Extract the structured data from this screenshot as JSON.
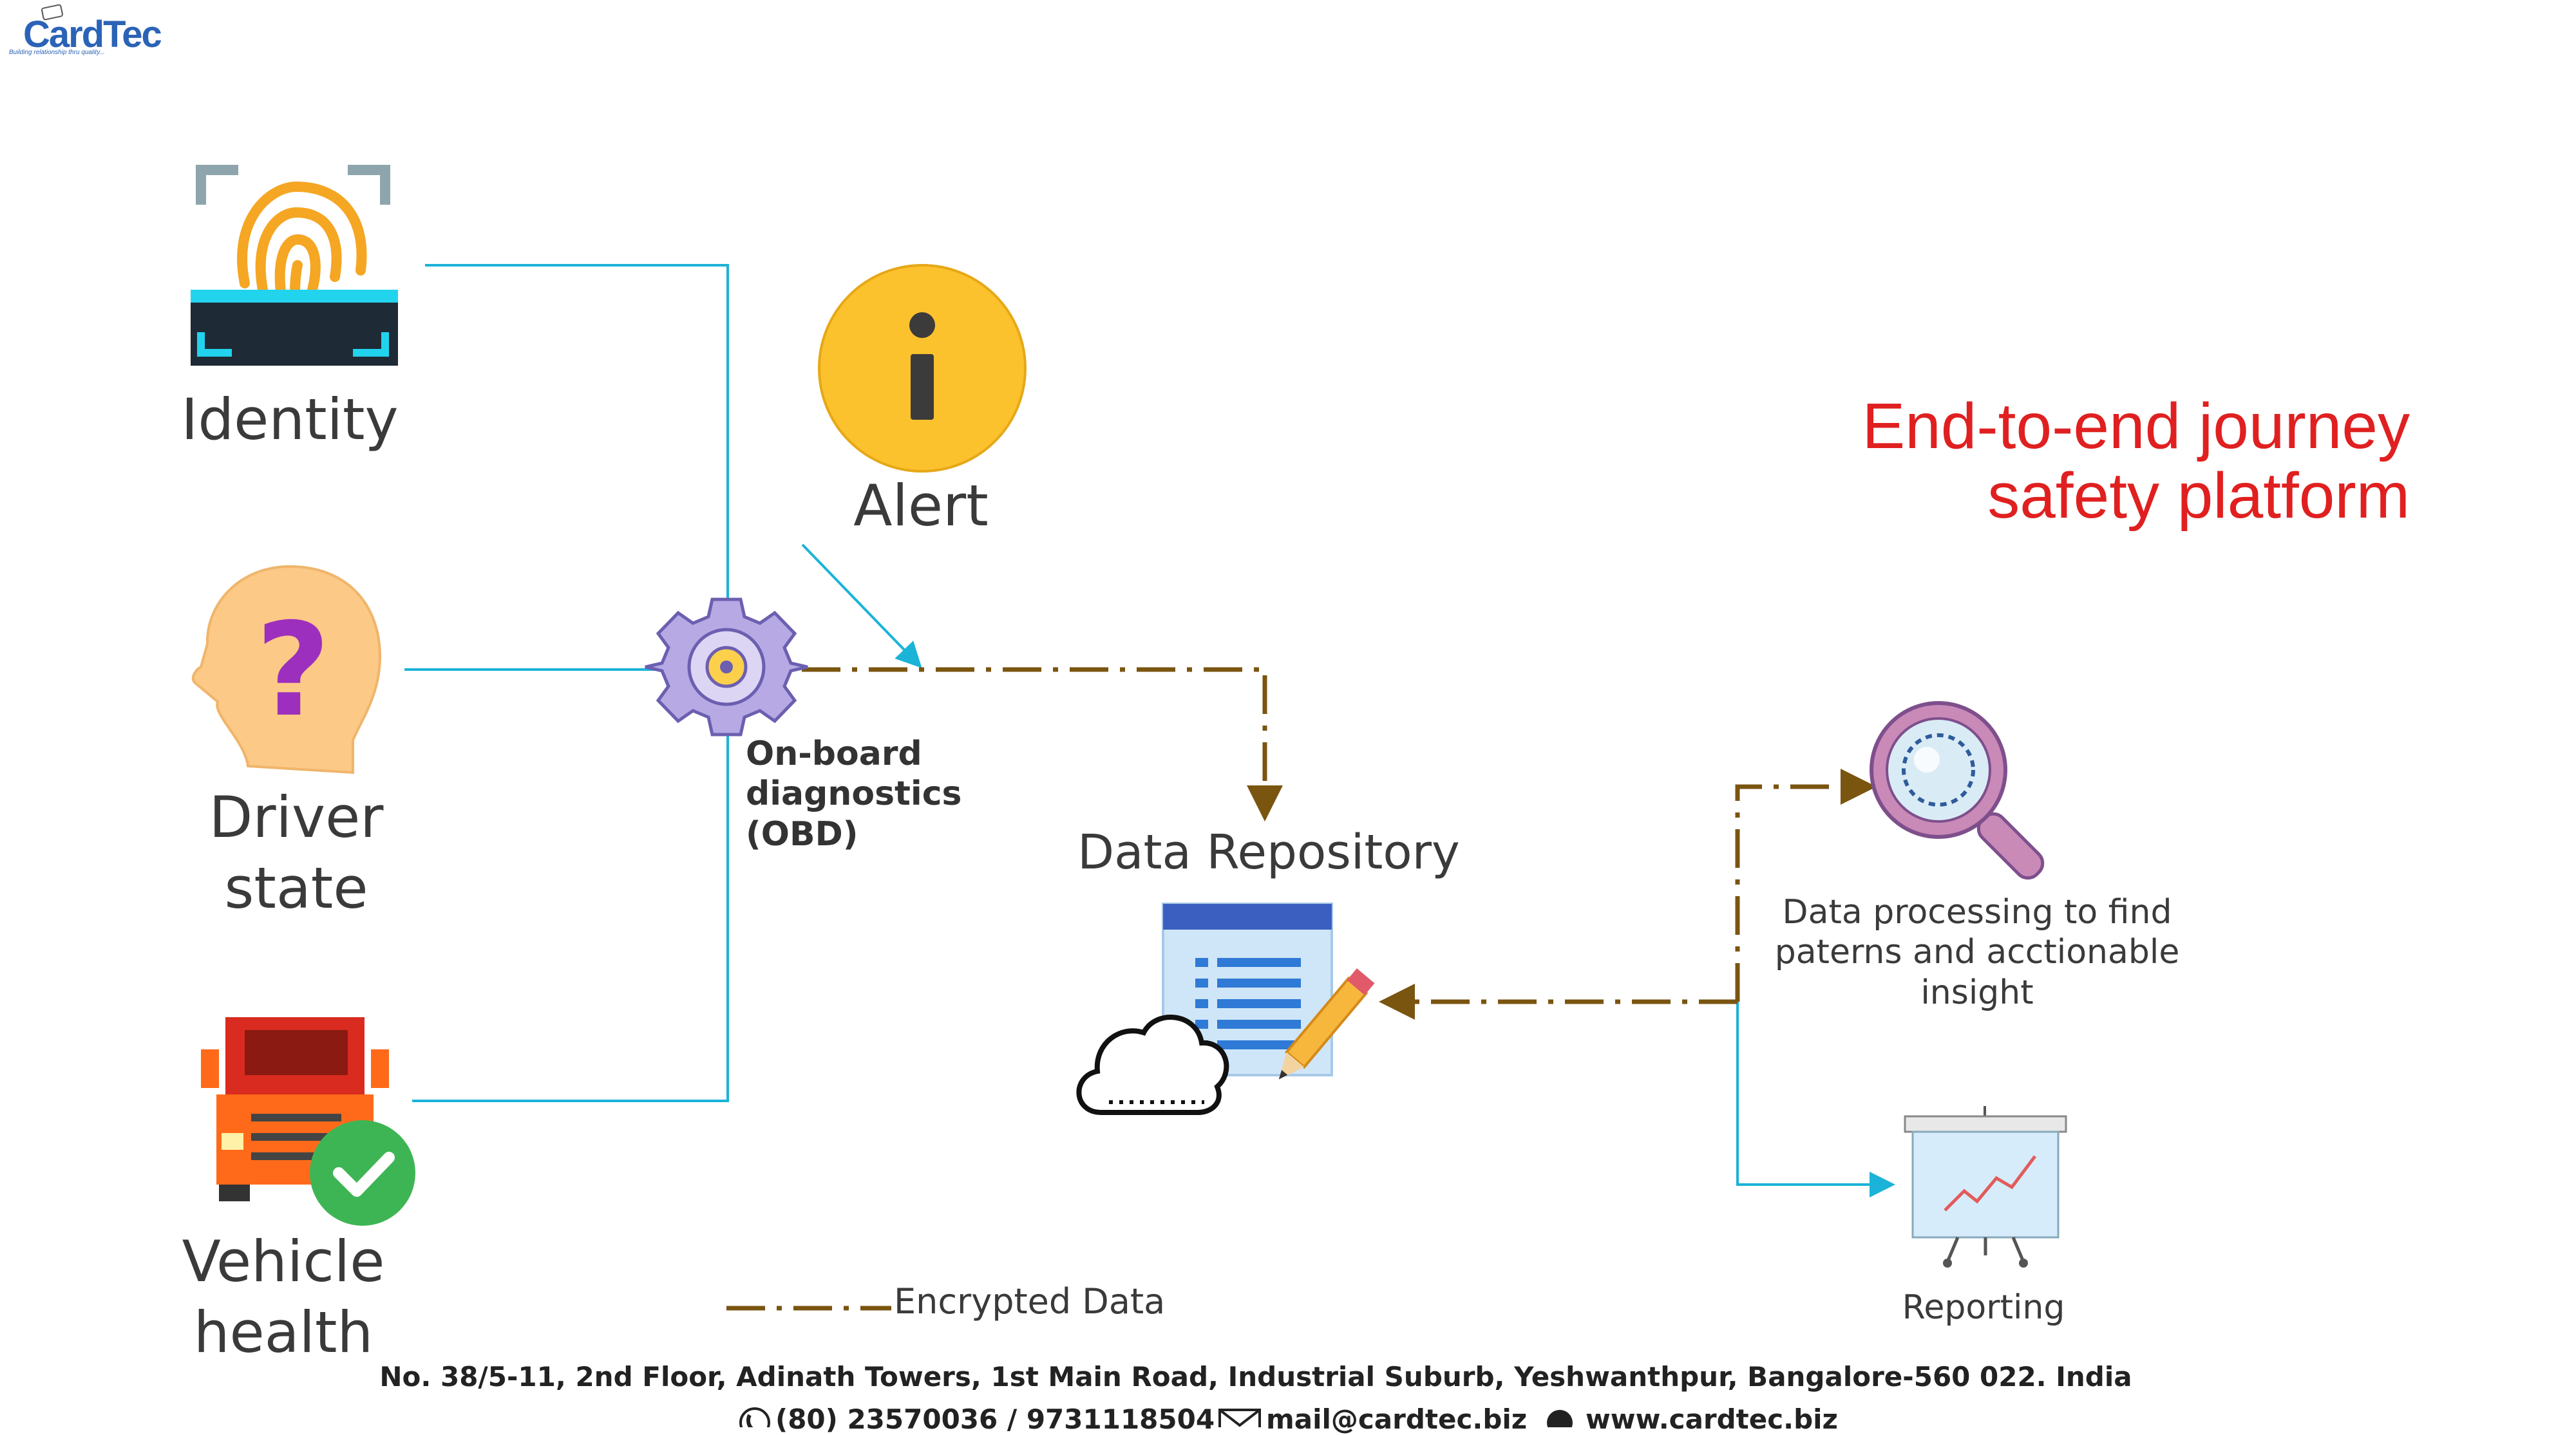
{
  "logo": {
    "name": "CardTec",
    "tagline": "Building relationship thru quality..."
  },
  "title": {
    "line1": "End-to-end journey",
    "line2": "safety platform"
  },
  "inputs": {
    "identity": "Identity",
    "driver_state_1": "Driver",
    "driver_state_2": "state",
    "vehicle_health_1": "Vehicle",
    "vehicle_health_2": "health"
  },
  "alert": "Alert",
  "obd": {
    "line1": "On-board",
    "line2": "diagnostics",
    "line3": "(OBD)"
  },
  "repository": "Data Repository",
  "processing": {
    "line1": "Data processing to find",
    "line2": "paterns and acctionable",
    "line3": "insight"
  },
  "reporting": "Reporting",
  "legend": {
    "encrypted": "Encrypted Data"
  },
  "footer": {
    "address": "No. 38/5-11, 2nd Floor, Adinath Towers, 1st Main Road, Industrial Suburb, Yeshwanthpur, Bangalore-560 022. India",
    "phone": "(80)  23570036 / 9731118504",
    "email": "mail@cardtec.biz",
    "web": "www.cardtec.biz"
  },
  "colors": {
    "flow": "#1bb3d8",
    "encrypted": "#7a5510",
    "title": "#e02020"
  }
}
